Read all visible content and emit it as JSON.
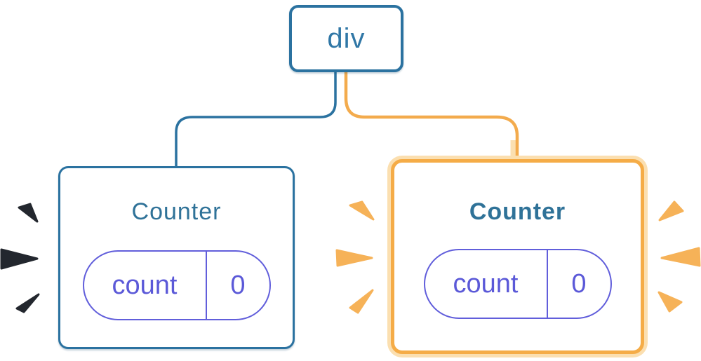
{
  "diagram": {
    "root_node": {
      "label": "div"
    },
    "left_counter": {
      "title": "Counter",
      "state": {
        "key": "count",
        "value": "0"
      },
      "highlighted": false
    },
    "right_counter": {
      "title": "Counter",
      "state": {
        "key": "count",
        "value": "0"
      },
      "highlighted": true
    }
  },
  "colors": {
    "node_border_blue": "#2B72A0",
    "node_text_blue": "#3077A6",
    "title_blue": "#2F7298",
    "pill_purple_border": "#615EDB",
    "pill_purple_text": "#5B59D8",
    "highlight_orange": "#F5AC47",
    "highlight_orange_light": "#FBDFB0",
    "connector_orange": "#F3AB4D",
    "connector_blue": "#2B72A0",
    "spark_dark": "#23272E",
    "spark_orange": "#F6B258",
    "background": "#FFFFFF"
  },
  "icons": {
    "left_sparks": "burst-spark-dark",
    "right_sparks": "burst-spark-orange"
  }
}
